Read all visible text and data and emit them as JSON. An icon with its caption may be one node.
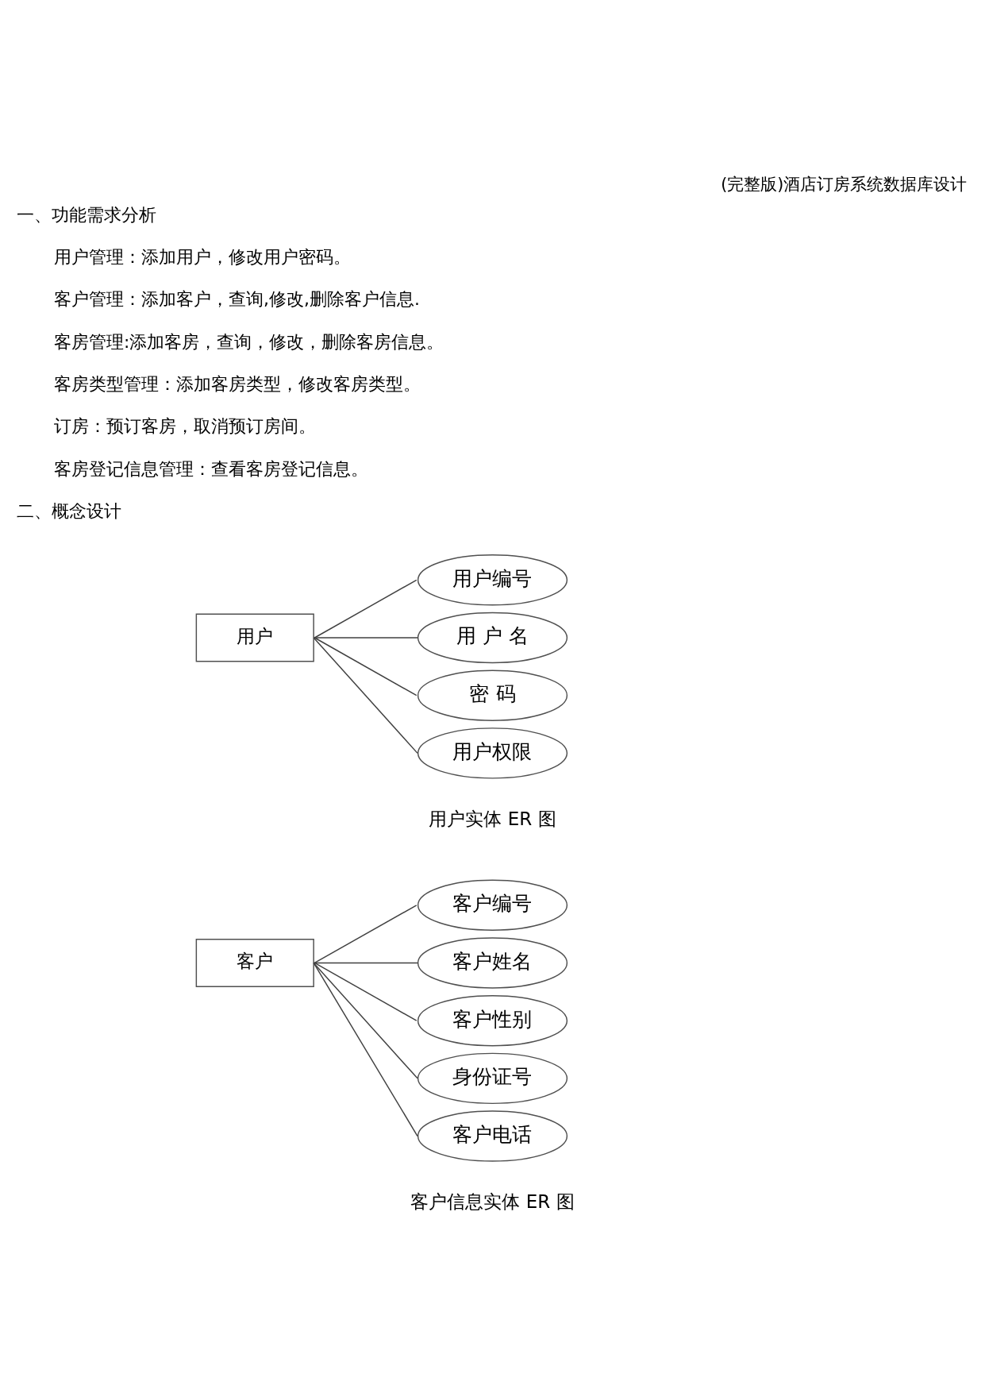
{
  "diagram": {
    "title": "(完整版)酒店订房系统数据库设计",
    "nodes": [
      {
        "text": [
          "用户"
        ]
      },
      {
        "text": [
          "用户编号"
        ]
      },
      {
        "text": [
          "用 户 名"
        ]
      },
      {
        "text": [
          "密 码"
        ]
      },
      {
        "text": [
          "用户权限"
        ]
      },
      {
        "text": [
          "客户"
        ]
      },
      {
        "text": [
          "客户编号"
        ]
      },
      {
        "text": [
          "客户姓名"
        ]
      },
      {
        "text": [
          "客户性别"
        ]
      },
      {
        "text": [
          "身份证号"
        ]
      },
      {
        "text": [
          "客户电话"
        ]
      }
    ],
    "edges": [
      {
        "from": 0,
        "to": 1,
        "arrow": "none"
      },
      {
        "from": 0,
        "to": 2,
        "arrow": "none"
      },
      {
        "from": 0,
        "to": 3,
        "arrow": "none"
      },
      {
        "from": 0,
        "to": 4,
        "arrow": "none"
      },
      {
        "from": 5,
        "to": 6,
        "arrow": "none"
      },
      {
        "from": 5,
        "to": 7,
        "arrow": "none"
      },
      {
        "from": 5,
        "to": 8,
        "arrow": "none"
      },
      {
        "from": 5,
        "to": 9,
        "arrow": "none"
      },
      {
        "from": 5,
        "to": 10,
        "arrow": "none"
      }
    ],
    "labels": [
      "一、功能需求分析",
      "用户管理：添加用户，修改用户密码。",
      "客户管理：添加客户，查询,修改,删除客户信息.",
      "客房管理:添加客房，查询，修改，删除客房信息。",
      "客房类型管理：添加客房类型，修改客房类型。",
      "订房：预订客房，取消预订房间。",
      "客房登记信息管理：查看客房登记信息。",
      "二、概念设计",
      "用户实体 ER 图",
      "客户信息实体 ER 图"
    ]
  }
}
